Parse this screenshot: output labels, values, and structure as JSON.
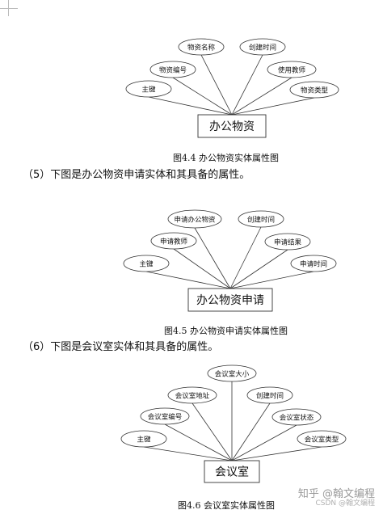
{
  "diagrams": [
    {
      "entity": "办公物资",
      "attributes": [
        "主键",
        "物资编号",
        "物资名称",
        "创建时间",
        "使用教师",
        "物资类型"
      ],
      "caption": "图4.4 办公物资实体属性图"
    },
    {
      "entity": "办公物资申请",
      "attributes": [
        "主键",
        "申请教师",
        "申请办公物资",
        "创建时间",
        "申请结果",
        "申请时间"
      ],
      "caption": "图4.5 办公物资申请实体属性图"
    },
    {
      "entity": "会议室",
      "attributes": [
        "主键",
        "会议室编号",
        "会议室地址",
        "会议室大小",
        "创建时间",
        "会议室状态",
        "会议室类型"
      ],
      "caption": "图4.6 会议室实体属性图"
    }
  ],
  "paragraphs": {
    "p5": "（5）下图是办公物资申请实体和其具备的属性。",
    "p6": "（6）下图是会议室实体和其具备的属性。"
  },
  "watermark": {
    "main": "知乎 @翰文编程",
    "sub": "CSDN @翰文编程"
  }
}
